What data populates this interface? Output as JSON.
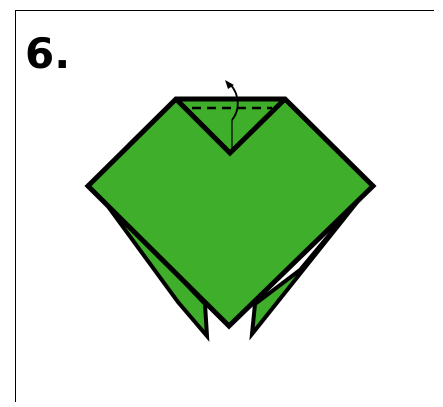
{
  "step": {
    "label": "6."
  },
  "colors": {
    "paper": "#3fae2a",
    "outline": "#000000",
    "background": "#ffffff"
  },
  "annotations": {
    "fold_type": "valley-fold-line",
    "arrow": "fold-up-arrow"
  }
}
